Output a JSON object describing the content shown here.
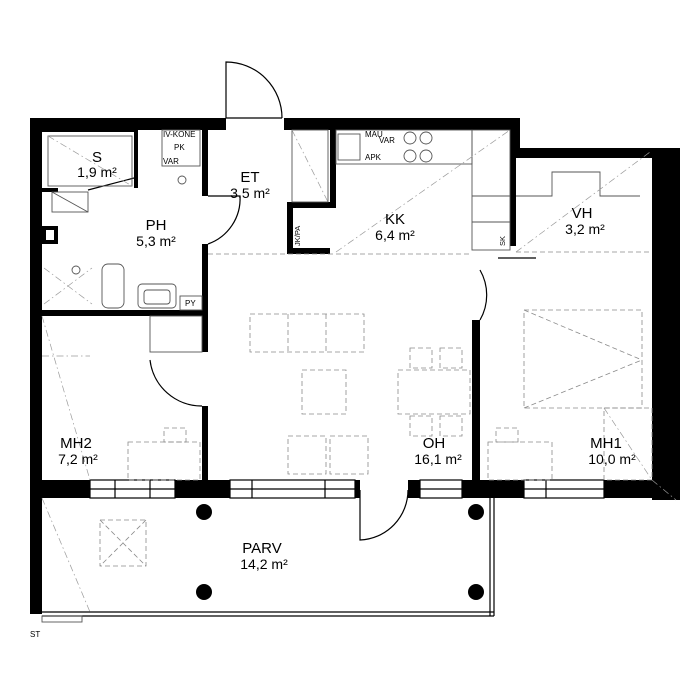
{
  "rooms": {
    "s": {
      "name": "S",
      "area": "1,9 m²"
    },
    "ph": {
      "name": "PH",
      "area": "5,3 m²"
    },
    "et": {
      "name": "ET",
      "area": "3,5 m²"
    },
    "kk": {
      "name": "KK",
      "area": "6,4 m²"
    },
    "vh": {
      "name": "VH",
      "area": "3,2 m²"
    },
    "mh2": {
      "name": "MH2",
      "area": "7,2 m²"
    },
    "oh": {
      "name": "OH",
      "area": "16,1 m²"
    },
    "mh1": {
      "name": "MH1",
      "area": "10,0 m²"
    },
    "parv": {
      "name": "PARV",
      "area": "14,2 m²"
    }
  },
  "fixture_labels": {
    "iv_kone": "IV-KONE",
    "pk": "PK",
    "var_ph": "VAR",
    "py": "PY",
    "jk_pa": "JK/PA",
    "sk": "SK",
    "mau": "MAU",
    "var_kk": "VAR",
    "apk": "APK",
    "st": "ST"
  }
}
